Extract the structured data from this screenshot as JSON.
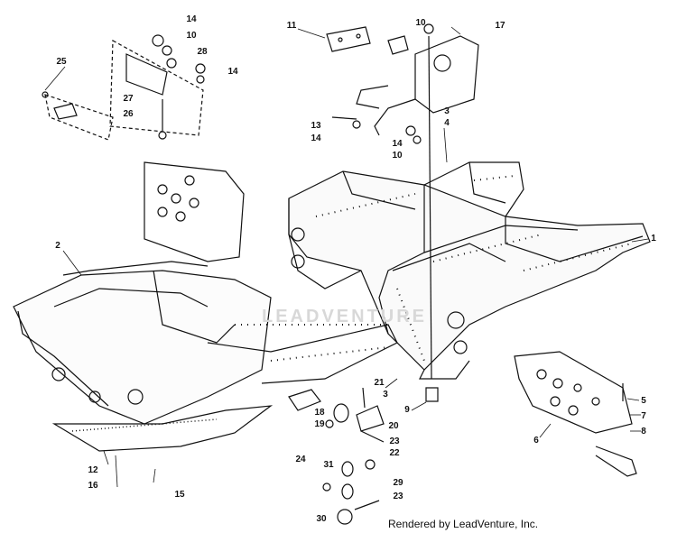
{
  "credit": "Rendered by LeadVenture, Inc.",
  "watermark": "LEADVENTURE",
  "callouts": [
    {
      "id": "1",
      "text": "1"
    },
    {
      "id": "2",
      "text": "2"
    },
    {
      "id": "3a",
      "text": "3"
    },
    {
      "id": "4",
      "text": "4"
    },
    {
      "id": "3b",
      "text": "3"
    },
    {
      "id": "5",
      "text": "5"
    },
    {
      "id": "6",
      "text": "6"
    },
    {
      "id": "7",
      "text": "7"
    },
    {
      "id": "8",
      "text": "8"
    },
    {
      "id": "9",
      "text": "9"
    },
    {
      "id": "10a",
      "text": "10"
    },
    {
      "id": "10b",
      "text": "10"
    },
    {
      "id": "10c",
      "text": "10"
    },
    {
      "id": "11",
      "text": "11"
    },
    {
      "id": "12",
      "text": "12"
    },
    {
      "id": "13",
      "text": "13"
    },
    {
      "id": "14a",
      "text": "14"
    },
    {
      "id": "14b",
      "text": "14"
    },
    {
      "id": "14c",
      "text": "14"
    },
    {
      "id": "14d",
      "text": "14"
    },
    {
      "id": "15",
      "text": "15"
    },
    {
      "id": "16",
      "text": "16"
    },
    {
      "id": "17",
      "text": "17"
    },
    {
      "id": "18",
      "text": "18"
    },
    {
      "id": "19",
      "text": "19"
    },
    {
      "id": "20",
      "text": "20"
    },
    {
      "id": "21",
      "text": "21"
    },
    {
      "id": "22",
      "text": "22"
    },
    {
      "id": "23a",
      "text": "23"
    },
    {
      "id": "23b",
      "text": "23"
    },
    {
      "id": "24",
      "text": "24"
    },
    {
      "id": "25",
      "text": "25"
    },
    {
      "id": "26",
      "text": "26"
    },
    {
      "id": "27",
      "text": "27"
    },
    {
      "id": "28",
      "text": "28"
    },
    {
      "id": "29",
      "text": "29"
    },
    {
      "id": "30",
      "text": "30"
    },
    {
      "id": "31",
      "text": "31"
    }
  ]
}
